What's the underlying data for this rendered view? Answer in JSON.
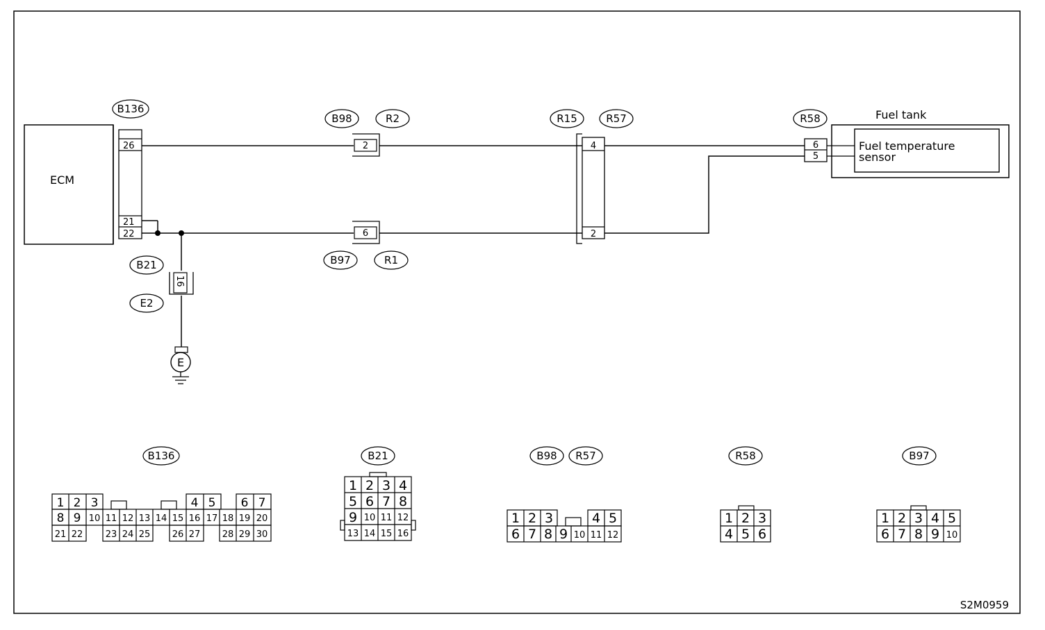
{
  "ecm": {
    "label": "ECM"
  },
  "fuel_tank": {
    "label": "Fuel tank"
  },
  "sensor": {
    "line1": "Fuel temperature",
    "line2": "sensor"
  },
  "figure_id": "S2M0959",
  "ground": {
    "label": "E"
  },
  "connector_tags": {
    "b136": "B136",
    "b98": "B98",
    "r2": "R2",
    "r15": "R15",
    "r57": "R57",
    "r58": "R58",
    "b21": "B21",
    "e2": "E2",
    "b97": "B97",
    "r1": "R1"
  },
  "wiring_pins": {
    "b136_26": "26",
    "b136_21": "21",
    "b136_22": "22",
    "b98_2": "2",
    "b97_6": "6",
    "r57_4": "4",
    "r57_2": "2",
    "r58_6": "6",
    "r58_5": "5",
    "b21_16": "16"
  },
  "connector_faces": {
    "b136": {
      "tag": "B136",
      "row1": [
        "1",
        "2",
        "3",
        "",
        "",
        "4",
        "5",
        "",
        "6",
        "7"
      ],
      "row2": [
        "8",
        "9",
        "10",
        "11",
        "12",
        "13",
        "14",
        "15",
        "16",
        "17",
        "18",
        "19",
        "20"
      ],
      "row3": [
        "21",
        "22",
        "23",
        "24",
        "25",
        "26",
        "27",
        "28",
        "29",
        "30"
      ]
    },
    "b21": {
      "tag": "B21",
      "rows": [
        [
          "1",
          "2",
          "3",
          "4"
        ],
        [
          "5",
          "6",
          "7",
          "8"
        ],
        [
          "9",
          "10",
          "11",
          "12"
        ],
        [
          "13",
          "14",
          "15",
          "16"
        ]
      ]
    },
    "b98_r57": {
      "tag1": "B98",
      "tag2": "R57",
      "row1": [
        "1",
        "2",
        "3",
        "4",
        "5"
      ],
      "row2": [
        "6",
        "7",
        "8",
        "9",
        "10",
        "11",
        "12"
      ]
    },
    "r58": {
      "tag": "R58",
      "rows": [
        [
          "1",
          "2",
          "3"
        ],
        [
          "4",
          "5",
          "6"
        ]
      ]
    },
    "b97": {
      "tag": "B97",
      "rows": [
        [
          "1",
          "2",
          "3",
          "4",
          "5"
        ],
        [
          "6",
          "7",
          "8",
          "9",
          "10"
        ]
      ]
    }
  }
}
